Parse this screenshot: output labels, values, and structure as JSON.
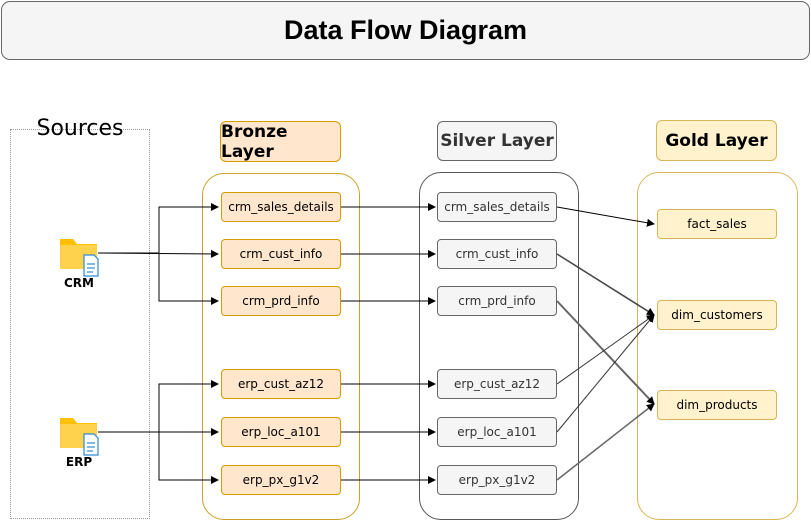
{
  "title": "Data Flow Diagram",
  "sources": {
    "label": "Sources",
    "items": [
      {
        "label": "CRM",
        "icon": "folder-file-icon"
      },
      {
        "label": "ERP",
        "icon": "folder-file-icon"
      }
    ]
  },
  "layers": {
    "bronze": {
      "label": "Bronze Layer",
      "nodes": [
        "crm_sales_details",
        "crm_cust_info",
        "crm_prd_info",
        "erp_cust_az12",
        "erp_loc_a101",
        "erp_px_g1v2"
      ]
    },
    "silver": {
      "label": "Silver Layer",
      "nodes": [
        "crm_sales_details",
        "crm_cust_info",
        "crm_prd_info",
        "erp_cust_az12",
        "erp_loc_a101",
        "erp_px_g1v2"
      ]
    },
    "gold": {
      "label": "Gold Layer",
      "nodes": [
        "fact_sales",
        "dim_customers",
        "dim_products"
      ]
    }
  },
  "colors": {
    "bronze_fill": "#ffe6cc",
    "bronze_stroke": "#d79b00",
    "silver_fill": "#f5f5f5",
    "silver_stroke": "#666666",
    "gold_fill": "#fff2cc",
    "gold_stroke": "#d6b656",
    "folder": "#ffc000",
    "file_icon": "#2b8ad8"
  }
}
